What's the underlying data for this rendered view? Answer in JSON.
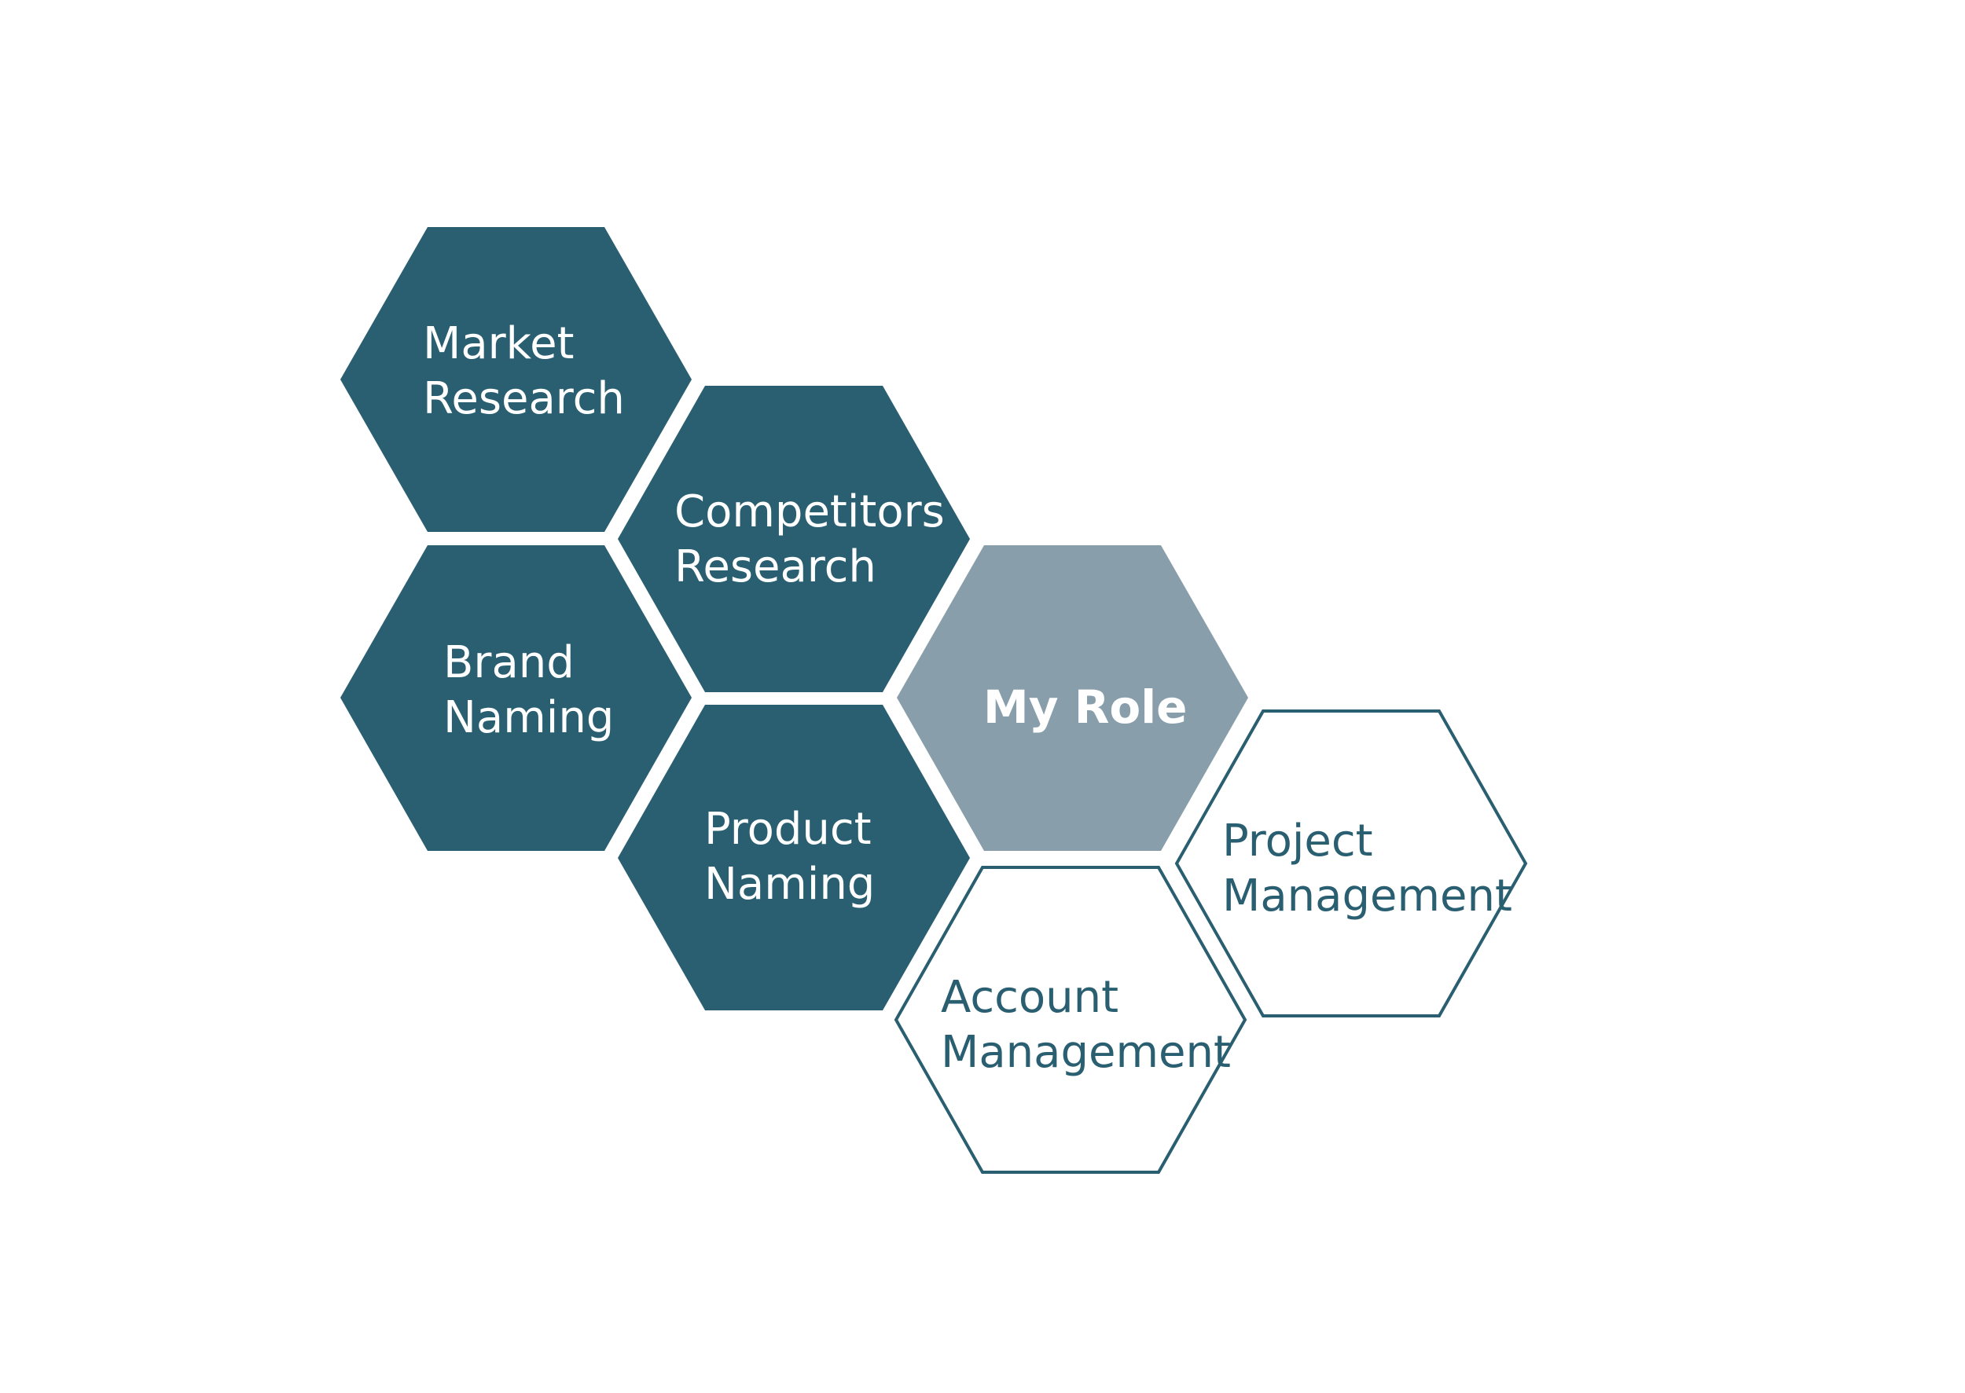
{
  "colors": {
    "primary": "#2a5f71",
    "highlight": "#889eab",
    "outline": "#2a5f71",
    "background": "#ffffff",
    "text_on_dark": "#ffffff",
    "text_on_light": "#2a5f71"
  },
  "hexagons": [
    {
      "id": "market-research",
      "style": "filled",
      "lines": [
        "Market",
        "Research"
      ]
    },
    {
      "id": "competitors-research",
      "style": "filled",
      "lines": [
        "Competitors",
        "Research"
      ]
    },
    {
      "id": "brand-naming",
      "style": "filled",
      "lines": [
        "Brand",
        "Naming"
      ]
    },
    {
      "id": "product-naming",
      "style": "filled",
      "lines": [
        "Product",
        "Naming"
      ]
    },
    {
      "id": "my-role",
      "style": "highlight",
      "lines": [
        "My Role"
      ]
    },
    {
      "id": "project-management",
      "style": "outline",
      "lines": [
        "Project",
        "Management"
      ]
    },
    {
      "id": "account-management",
      "style": "outline",
      "lines": [
        "Account",
        "Management"
      ]
    }
  ]
}
